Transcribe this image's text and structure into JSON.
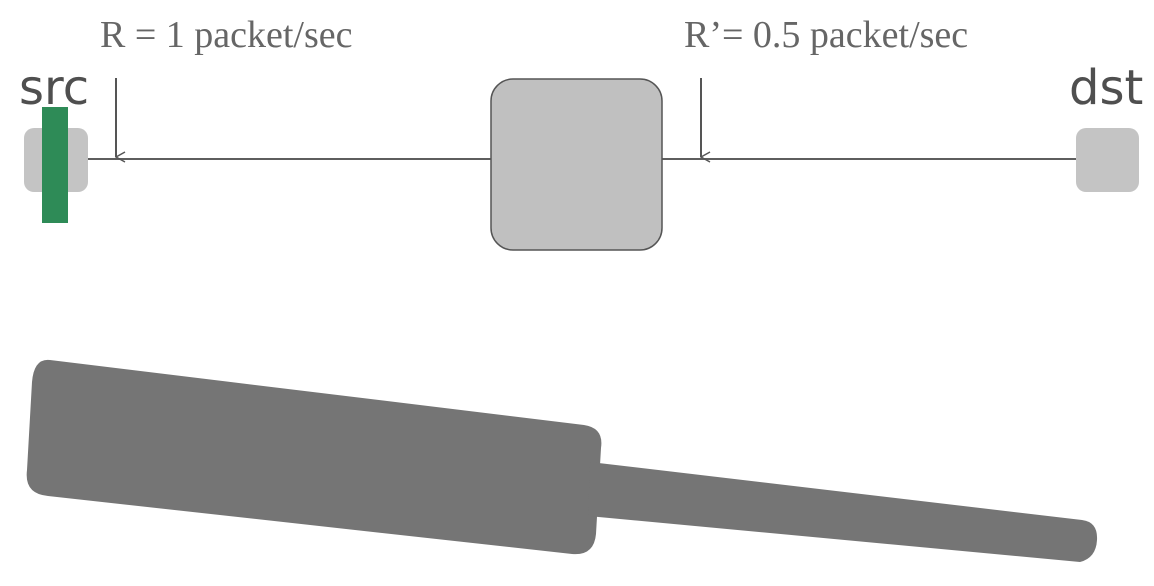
{
  "labels": {
    "src": "src",
    "dst": "dst",
    "rate_in": "R = 1 packet/sec",
    "rate_out": "R’= 0.5 packet/sec"
  },
  "colors": {
    "link": "#5e5e5e",
    "node_fill": "#c4c4c4",
    "router_fill": "#c0c0c0",
    "router_stroke": "#555555",
    "packet": "#2e8b57",
    "pipe": "#757575",
    "text": "#666666"
  }
}
